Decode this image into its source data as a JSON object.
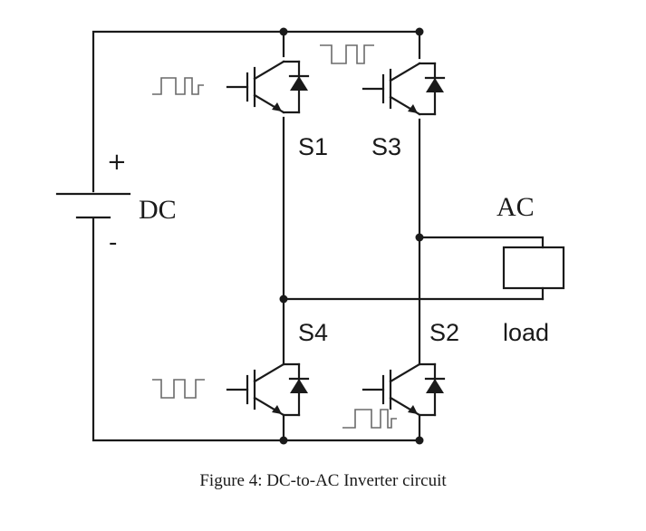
{
  "diagram": {
    "source_label": "DC",
    "plus_sign": "+",
    "minus_sign": "-",
    "output_label": "AC",
    "load_label": "load",
    "switches": {
      "s1": "S1",
      "s2": "S2",
      "s3": "S3",
      "s4": "S4"
    }
  },
  "caption": "Figure 4: DC-to-AC Inverter circuit"
}
